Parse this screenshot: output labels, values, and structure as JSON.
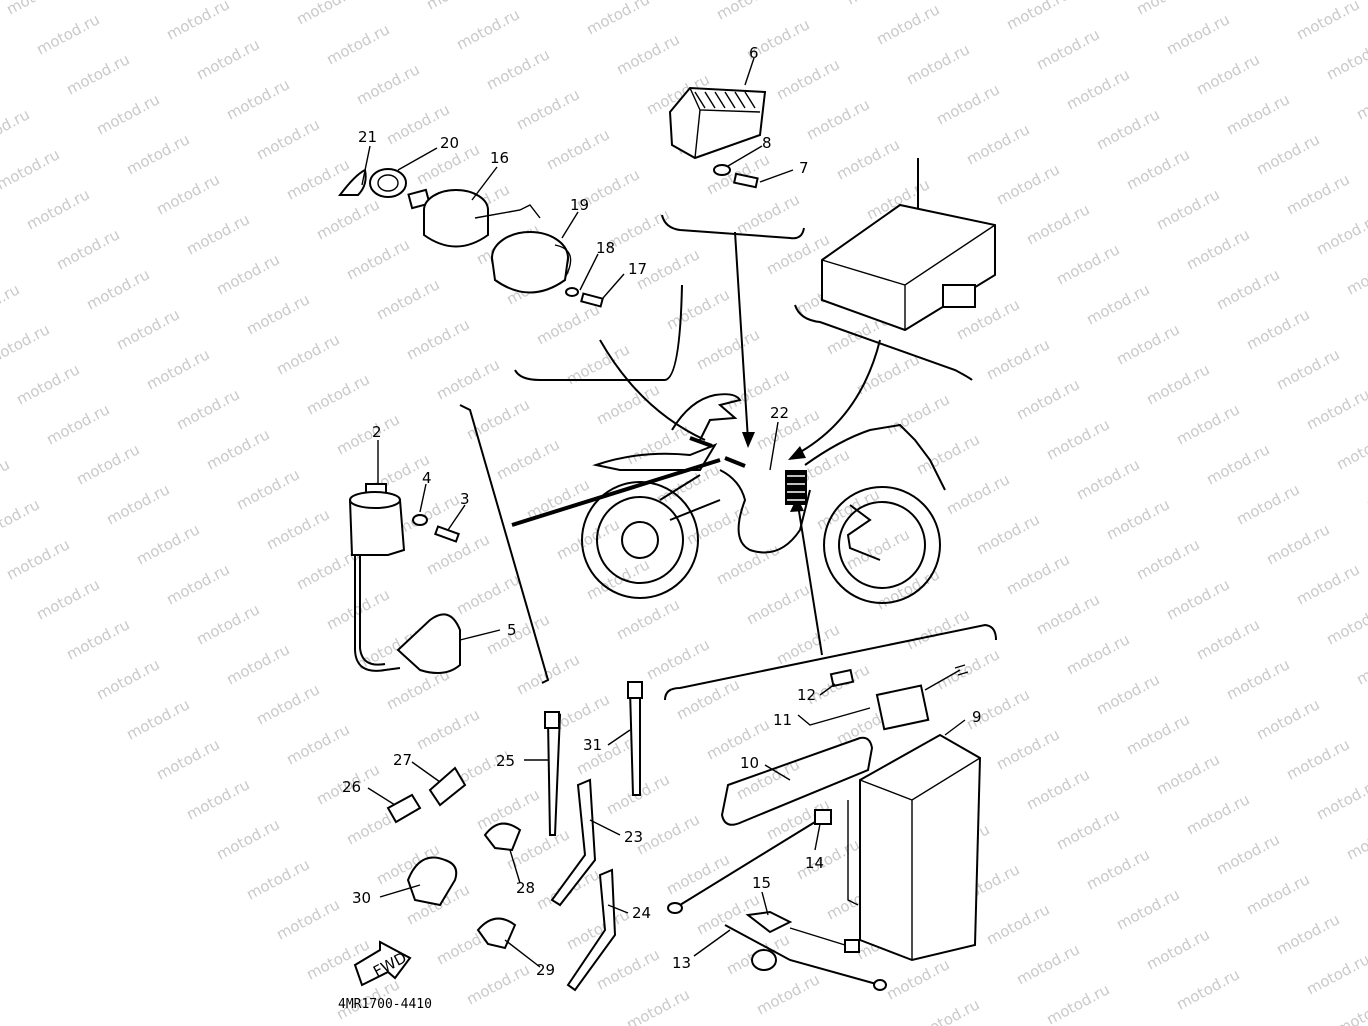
{
  "watermark": {
    "text": "motod.ru"
  },
  "drawing_code": "4MR1700-4410",
  "fwd_label": "FWD",
  "callouts": [
    {
      "id": "c21",
      "text": "21"
    },
    {
      "id": "c20",
      "text": "20"
    },
    {
      "id": "c16",
      "text": "16"
    },
    {
      "id": "c19",
      "text": "19"
    },
    {
      "id": "c18",
      "text": "18"
    },
    {
      "id": "c17",
      "text": "17"
    },
    {
      "id": "c6",
      "text": "6"
    },
    {
      "id": "c8",
      "text": "8"
    },
    {
      "id": "c7",
      "text": "7"
    },
    {
      "id": "c22",
      "text": "22"
    },
    {
      "id": "c2",
      "text": "2"
    },
    {
      "id": "c4",
      "text": "4"
    },
    {
      "id": "c3",
      "text": "3"
    },
    {
      "id": "c5",
      "text": "5"
    },
    {
      "id": "c12",
      "text": "12"
    },
    {
      "id": "c11",
      "text": "11"
    },
    {
      "id": "c9",
      "text": "9"
    },
    {
      "id": "c10",
      "text": "10"
    },
    {
      "id": "c14",
      "text": "14"
    },
    {
      "id": "c15",
      "text": "15"
    },
    {
      "id": "c13",
      "text": "13"
    },
    {
      "id": "c25",
      "text": "25"
    },
    {
      "id": "c31",
      "text": "31"
    },
    {
      "id": "c23",
      "text": "23"
    },
    {
      "id": "c24",
      "text": "24"
    },
    {
      "id": "c27",
      "text": "27"
    },
    {
      "id": "c26",
      "text": "26"
    },
    {
      "id": "c28",
      "text": "28"
    },
    {
      "id": "c30",
      "text": "30"
    },
    {
      "id": "c29",
      "text": "29"
    }
  ]
}
